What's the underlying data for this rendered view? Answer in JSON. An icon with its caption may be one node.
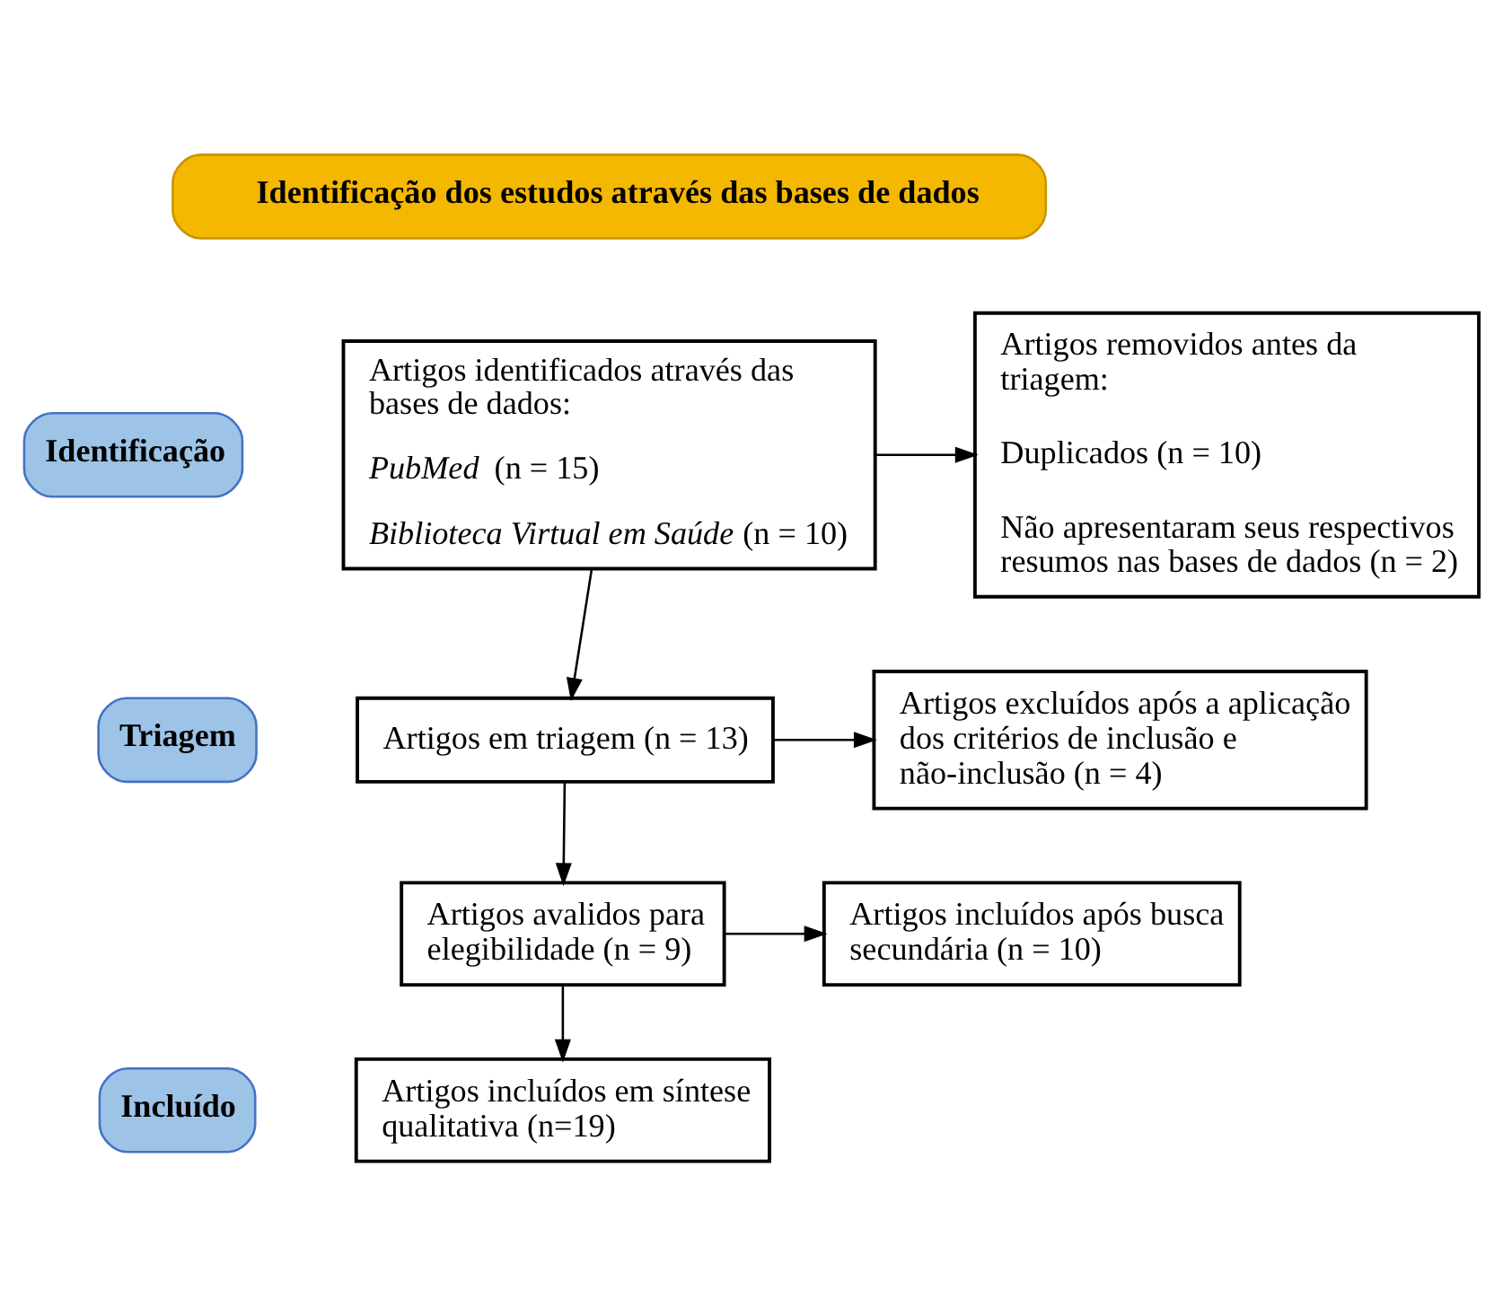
{
  "diagram": {
    "nodes": [
      {
        "text": [
          "Identificação dos estudos através das bases de dados"
        ]
      },
      {
        "text": [
          "Identificação"
        ]
      },
      {
        "text": [
          "Artigos identificados através das bases de dados:",
          "*PubMed* (n = 15)",
          "*Biblioteca Virtual em Saúde* (n = 10)"
        ]
      },
      {
        "text": [
          "Artigos removidos antes da triagem:",
          "Duplicados (n = 10)",
          "Não apresentaram seus respectivos resumos nas bases de dados (n = 2)"
        ]
      },
      {
        "text": [
          "Triagem"
        ]
      },
      {
        "text": [
          "Artigos em triagem (n = 13)"
        ]
      },
      {
        "text": [
          "Artigos excluídos após a aplicação dos critérios de inclusão e não-inclusão (n = 4)"
        ]
      },
      {
        "text": [
          "Artigos avalidos para elegibilidade (n = 9)"
        ]
      },
      {
        "text": [
          "Artigos incluídos após busca secundária (n = 10)"
        ]
      },
      {
        "text": [
          "Incluído"
        ]
      },
      {
        "text": [
          "Artigos incluídos em síntese qualitativa (n=19)"
        ]
      }
    ],
    "edges": [
      {
        "from": 2,
        "to": 3,
        "arrow": "to"
      },
      {
        "from": 2,
        "to": 5,
        "arrow": "to"
      },
      {
        "from": 5,
        "to": 6,
        "arrow": "to"
      },
      {
        "from": 5,
        "to": 7,
        "arrow": "to"
      },
      {
        "from": 7,
        "to": 8,
        "arrow": "to"
      },
      {
        "from": 7,
        "to": 10,
        "arrow": "to"
      }
    ]
  }
}
